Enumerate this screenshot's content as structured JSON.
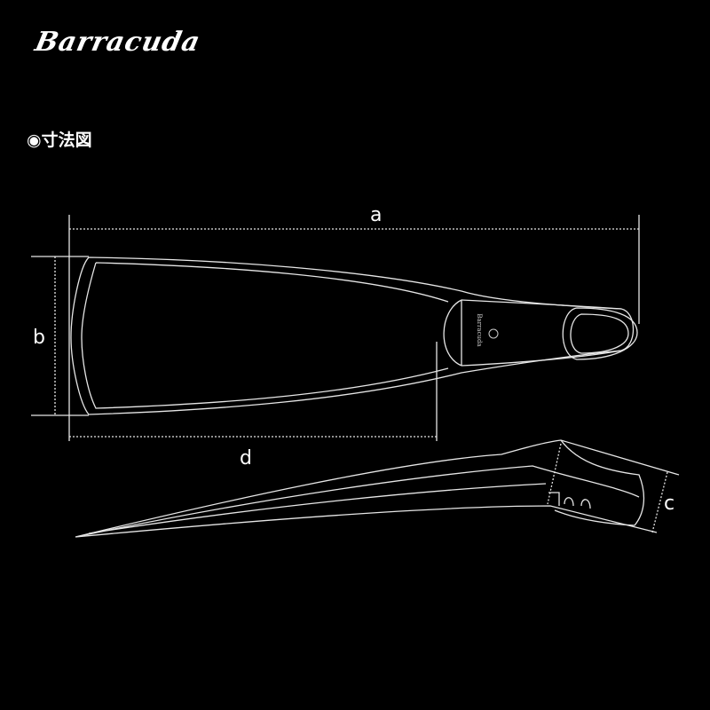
{
  "brand": {
    "logo_text": "Barracuda"
  },
  "heading": {
    "bullet": "◉",
    "title": "寸法図"
  },
  "dimensions": {
    "a": "a",
    "b": "b",
    "c": "c",
    "d": "d"
  },
  "colors": {
    "background": "#000000",
    "line": "#e6e6e6"
  }
}
